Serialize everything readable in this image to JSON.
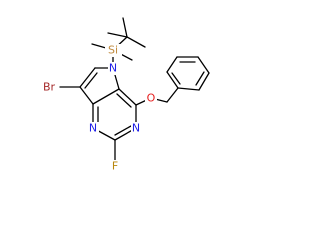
{
  "colors": {
    "bond": "#000000",
    "N": "#2020e6",
    "Br": "#a52a2a",
    "F": "#b8860b",
    "Si": "#c08a3e",
    "O": "#e62020"
  },
  "atoms": {
    "si": {
      "label": "Si",
      "element": "Si"
    },
    "n_pyrrole": {
      "label": "N",
      "element": "N"
    },
    "br": {
      "label": "Br",
      "element": "Br"
    },
    "o": {
      "label": "O",
      "element": "O"
    },
    "n_pyrimidine_left": {
      "label": "N",
      "element": "N"
    },
    "n_pyrimidine_right": {
      "label": "N",
      "element": "N"
    },
    "f": {
      "label": "F",
      "element": "F"
    }
  }
}
